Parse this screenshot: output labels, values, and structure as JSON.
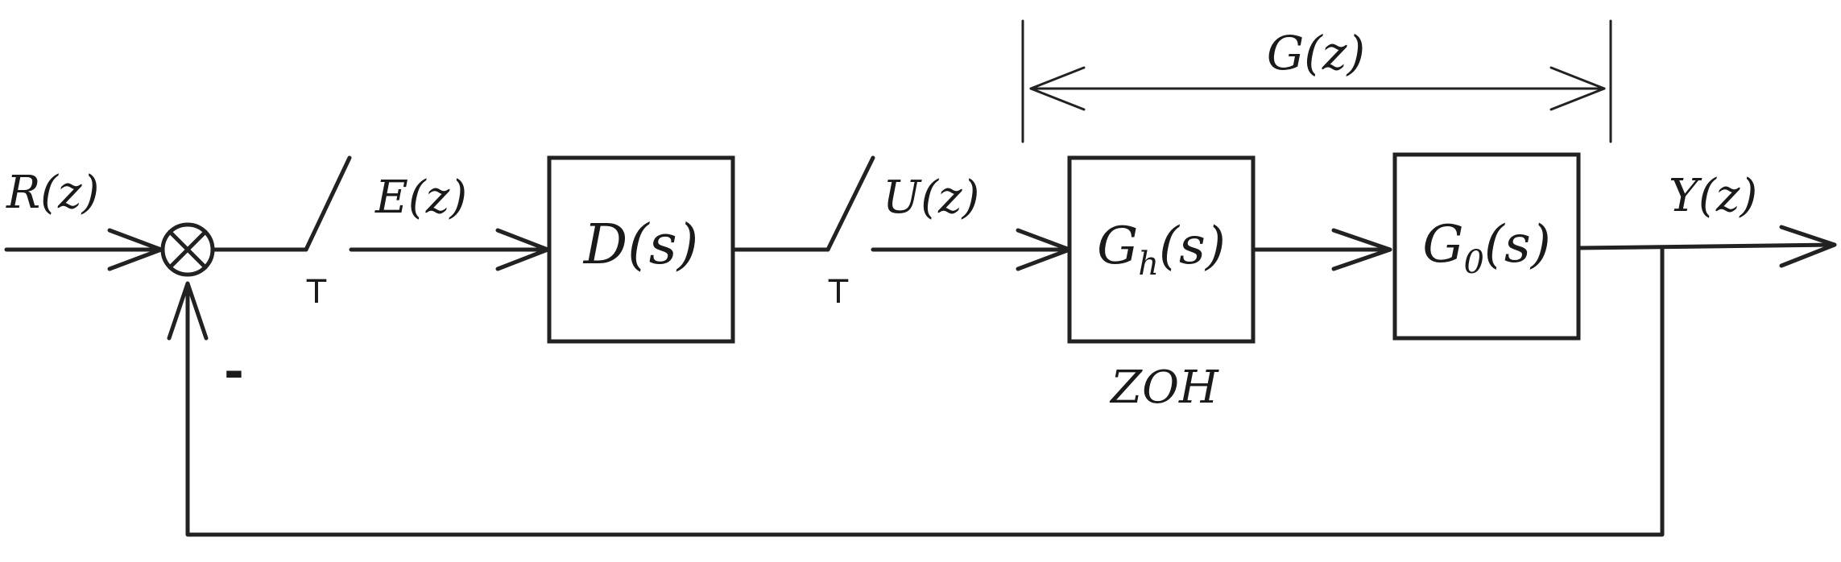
{
  "signals": {
    "reference": "R(z)",
    "error": "E(z)",
    "control": "U(z)",
    "output": "Y(z)",
    "plant_span": "G(z)"
  },
  "blocks": {
    "controller": "D(s)",
    "hold": "G",
    "hold_sub": "h",
    "hold_args": "(s)",
    "hold_caption": "ZOH",
    "plant": "G",
    "plant_sub": "0",
    "plant_args": "(s)"
  },
  "samplers": {
    "first_period": "T",
    "second_period": "T"
  },
  "summing_junction": {
    "feedback_sign": "-"
  },
  "colors": {
    "stroke": "#222222",
    "background": "#ffffff"
  }
}
